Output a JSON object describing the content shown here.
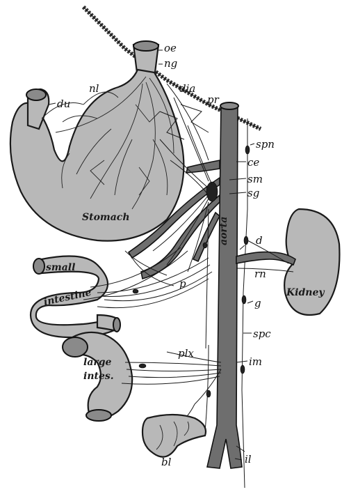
{
  "labels": {
    "oe": "oe",
    "ng": "ng",
    "nl": "nl",
    "du": "du",
    "dia": "dia",
    "pr": "pr",
    "spn": "spn",
    "ce": "ce",
    "sm": "sm",
    "sg": "sg",
    "d": "d",
    "rn": "rn",
    "g": "g",
    "p": "p",
    "spc": "spc",
    "plx": "plx",
    "im": "im",
    "bl": "bl",
    "il": "il"
  },
  "organs": {
    "stomach": "Stomach",
    "aorta": "aorta",
    "small_intestine_1": "small",
    "small_intestine_2": "intestine",
    "kidney": "Kidney",
    "large_intestine_1": "large",
    "large_intestine_2": "intes."
  }
}
